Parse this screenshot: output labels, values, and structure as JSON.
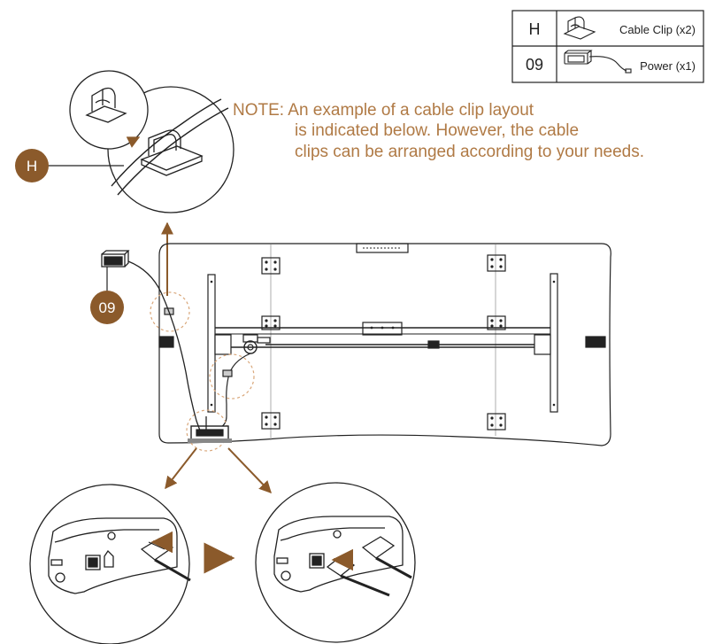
{
  "colors": {
    "accent": "#8B5A2B",
    "note_text": "#B07A45",
    "line": "#222222",
    "circle_dash": "#D9A77A"
  },
  "legend": {
    "rows": [
      {
        "code": "H",
        "label": "Cable Clip (x2)",
        "icon": "cable-clip-icon"
      },
      {
        "code": "09",
        "label": "Power (x1)",
        "icon": "power-adapter-icon"
      }
    ]
  },
  "note": {
    "lines": [
      "NOTE: An example of a cable clip layout",
      "is indicated below. However, the cable",
      "clips can be arranged according to your needs."
    ]
  },
  "callouts": {
    "cable_clip": "H",
    "power": "09"
  }
}
